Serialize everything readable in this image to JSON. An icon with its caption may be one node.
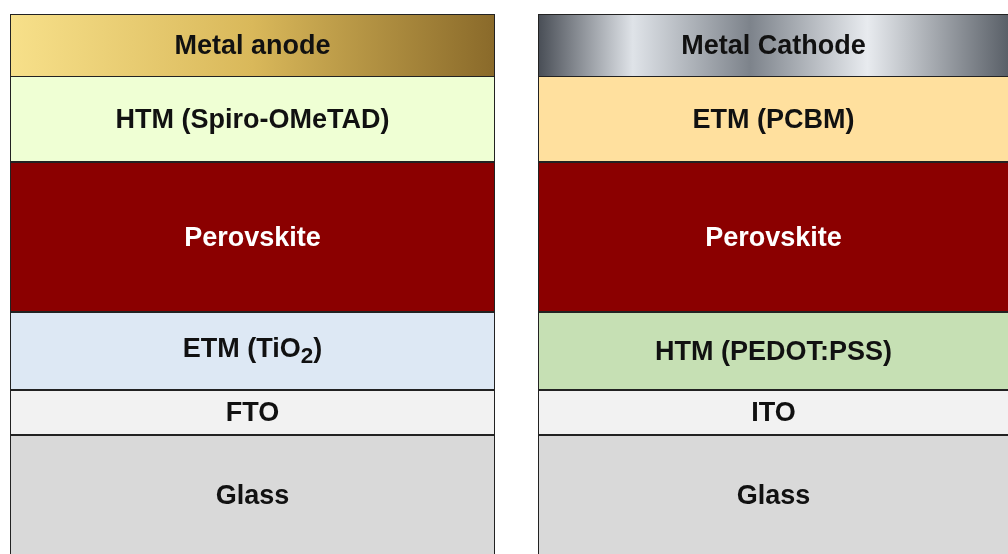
{
  "diagram": {
    "nodes": [
      {
        "text": [
          "Metal anode"
        ]
      },
      {
        "text": [
          "HTM (Spiro-OMeTAD)"
        ]
      },
      {
        "text": [
          "Perovskite"
        ]
      },
      {
        "text": [
          "ETM (TiO$_{2}$)"
        ]
      },
      {
        "text": [
          "FTO"
        ]
      },
      {
        "text": [
          "Glass"
        ]
      },
      {
        "text": [
          "Metal Cathode"
        ]
      },
      {
        "text": [
          "ETM (PCBM)"
        ]
      },
      {
        "text": [
          "Perovskite"
        ]
      },
      {
        "text": [
          "HTM (PEDOT:PSS)"
        ]
      },
      {
        "text": [
          "ITO"
        ]
      },
      {
        "text": [
          "Glass"
        ]
      }
    ]
  }
}
